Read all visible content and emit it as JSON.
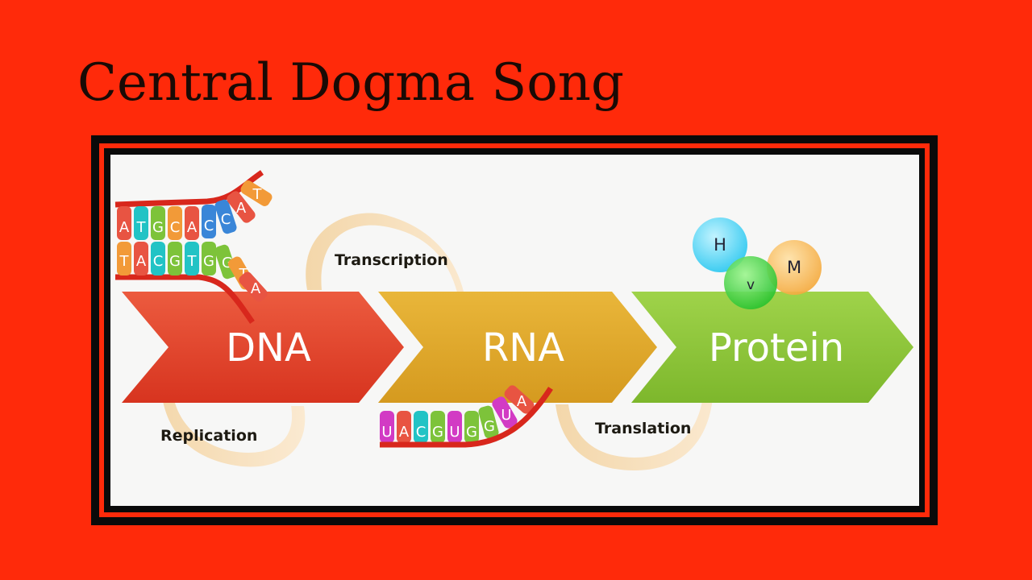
{
  "slide": {
    "title": "Central Dogma Song"
  },
  "diagram": {
    "stages": {
      "dna": "DNA",
      "rna": "RNA",
      "protein": "Protein"
    },
    "processes": {
      "transcription": "Transcription",
      "replication": "Replication",
      "translation": "Translation"
    },
    "molecules": {
      "h": "H",
      "v": "v",
      "m": "M"
    },
    "dna_top_bases": [
      "A",
      "T",
      "G",
      "C",
      "A",
      "C",
      "C",
      "A",
      "T"
    ],
    "dna_bottom_bases": [
      "T",
      "A",
      "C",
      "G",
      "T",
      "G",
      "G",
      "T",
      "A"
    ],
    "rna_bases": [
      "U",
      "A",
      "C",
      "G",
      "U",
      "G",
      "G",
      "U",
      "A"
    ],
    "colors": {
      "background": "#ff2a0a",
      "dna_arrow": "#e8432c",
      "rna_arrow": "#e0a82a",
      "protein_arrow": "#8fc63a",
      "process_arrow": "#f6dcb0"
    }
  }
}
